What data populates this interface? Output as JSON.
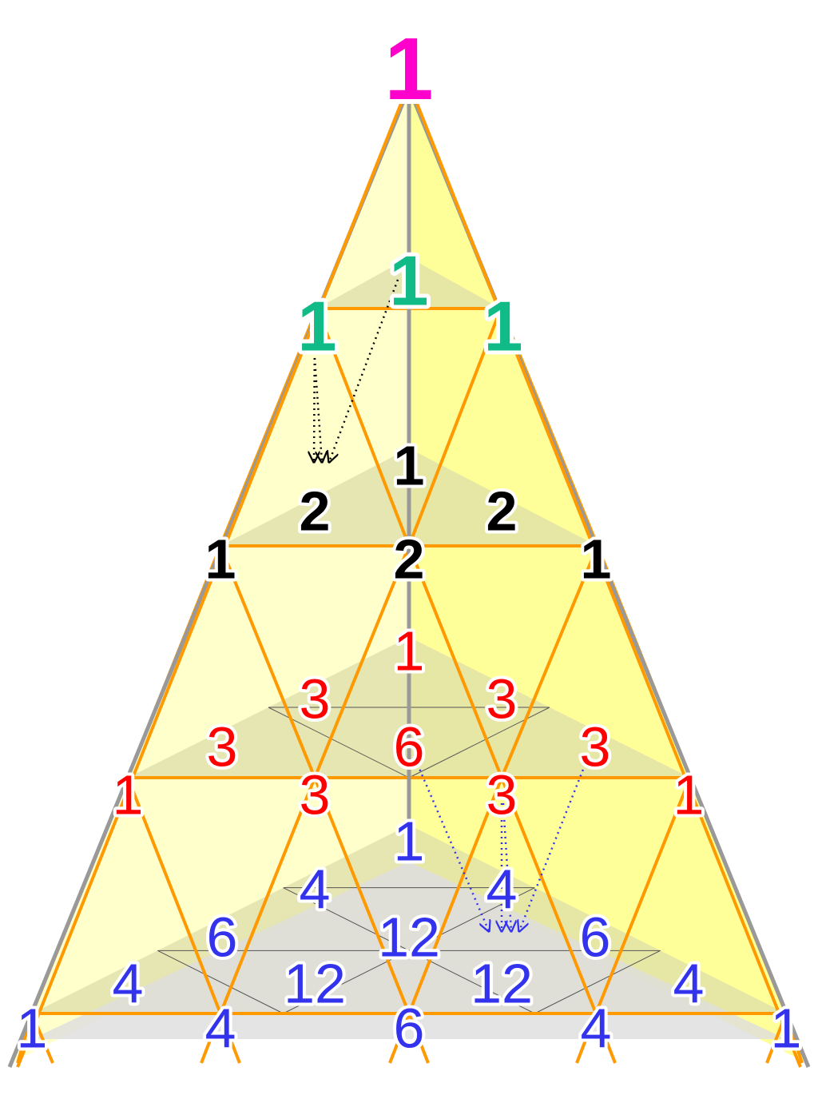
{
  "colors": {
    "apex": "#ff00cc",
    "layer1": "#11bb88",
    "layer2": "#000000",
    "layer3": "#ff0000",
    "layer4": "#3333ee",
    "edge": "#ff9900",
    "fill_light": "#ffffcc",
    "fill_mid": "#ffff99",
    "fill_layer": "#ddddaa",
    "fill_base": "#dddddd",
    "axis": "#999999"
  },
  "apex": {
    "value": "1"
  },
  "layer1": {
    "values": [
      "1",
      "1",
      "1"
    ]
  },
  "layer2": {
    "values": [
      "1",
      "2",
      "2",
      "1",
      "2",
      "1"
    ]
  },
  "layer3": {
    "values": [
      "1",
      "3",
      "3",
      "3",
      "6",
      "3",
      "1",
      "3",
      "3",
      "1"
    ]
  },
  "layer4": {
    "values": [
      "1",
      "4",
      "4",
      "6",
      "12",
      "6",
      "4",
      "12",
      "12",
      "4",
      "1",
      "4",
      "6",
      "4",
      "1"
    ]
  }
}
